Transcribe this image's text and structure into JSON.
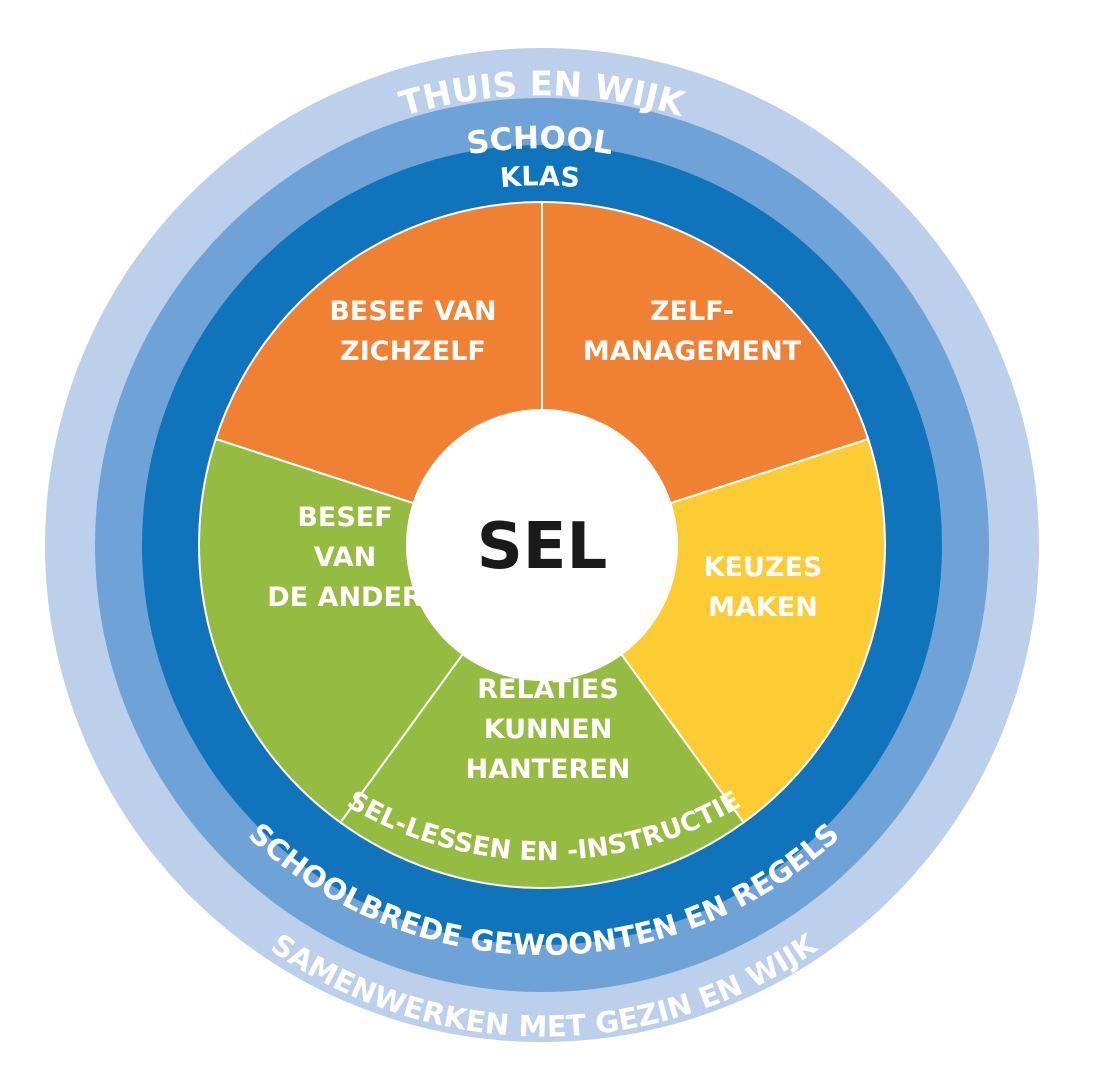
{
  "rings": {
    "outer": {
      "top": "THUIS EN WIJK",
      "bottom": "SAMENWERKEN MET GEZIN EN WIJK",
      "color": "#bccfeb"
    },
    "middle": {
      "top": "SCHOOL",
      "bottom": "SCHOOLBREDE GEWOONTEN EN REGELS",
      "color": "#6fa2d7"
    },
    "inner": {
      "top": "KLAS",
      "bottom": "SEL-LESSEN EN -INSTRUCTIE",
      "color": "#0f74bb"
    }
  },
  "segments": [
    {
      "id": "besef-van-zichzelf",
      "lines": [
        "BESEF VAN",
        "ZICHZELF"
      ],
      "color": "#f08032"
    },
    {
      "id": "zelf-management",
      "lines": [
        "ZELF-",
        "MANAGEMENT"
      ],
      "color": "#f08032"
    },
    {
      "id": "keuzes-maken",
      "lines": [
        "KEUZES",
        "MAKEN"
      ],
      "color": "#fdcb32"
    },
    {
      "id": "relaties-kunnen-hanteren",
      "lines": [
        "RELATIES",
        "KUNNEN",
        "HANTEREN"
      ],
      "color": "#95bb40"
    },
    {
      "id": "besef-van-de-ander",
      "lines": [
        "BESEF",
        "VAN",
        "DE ANDER"
      ],
      "color": "#95bb40"
    }
  ],
  "center": {
    "label": "SEL",
    "color": "#ffffff"
  }
}
